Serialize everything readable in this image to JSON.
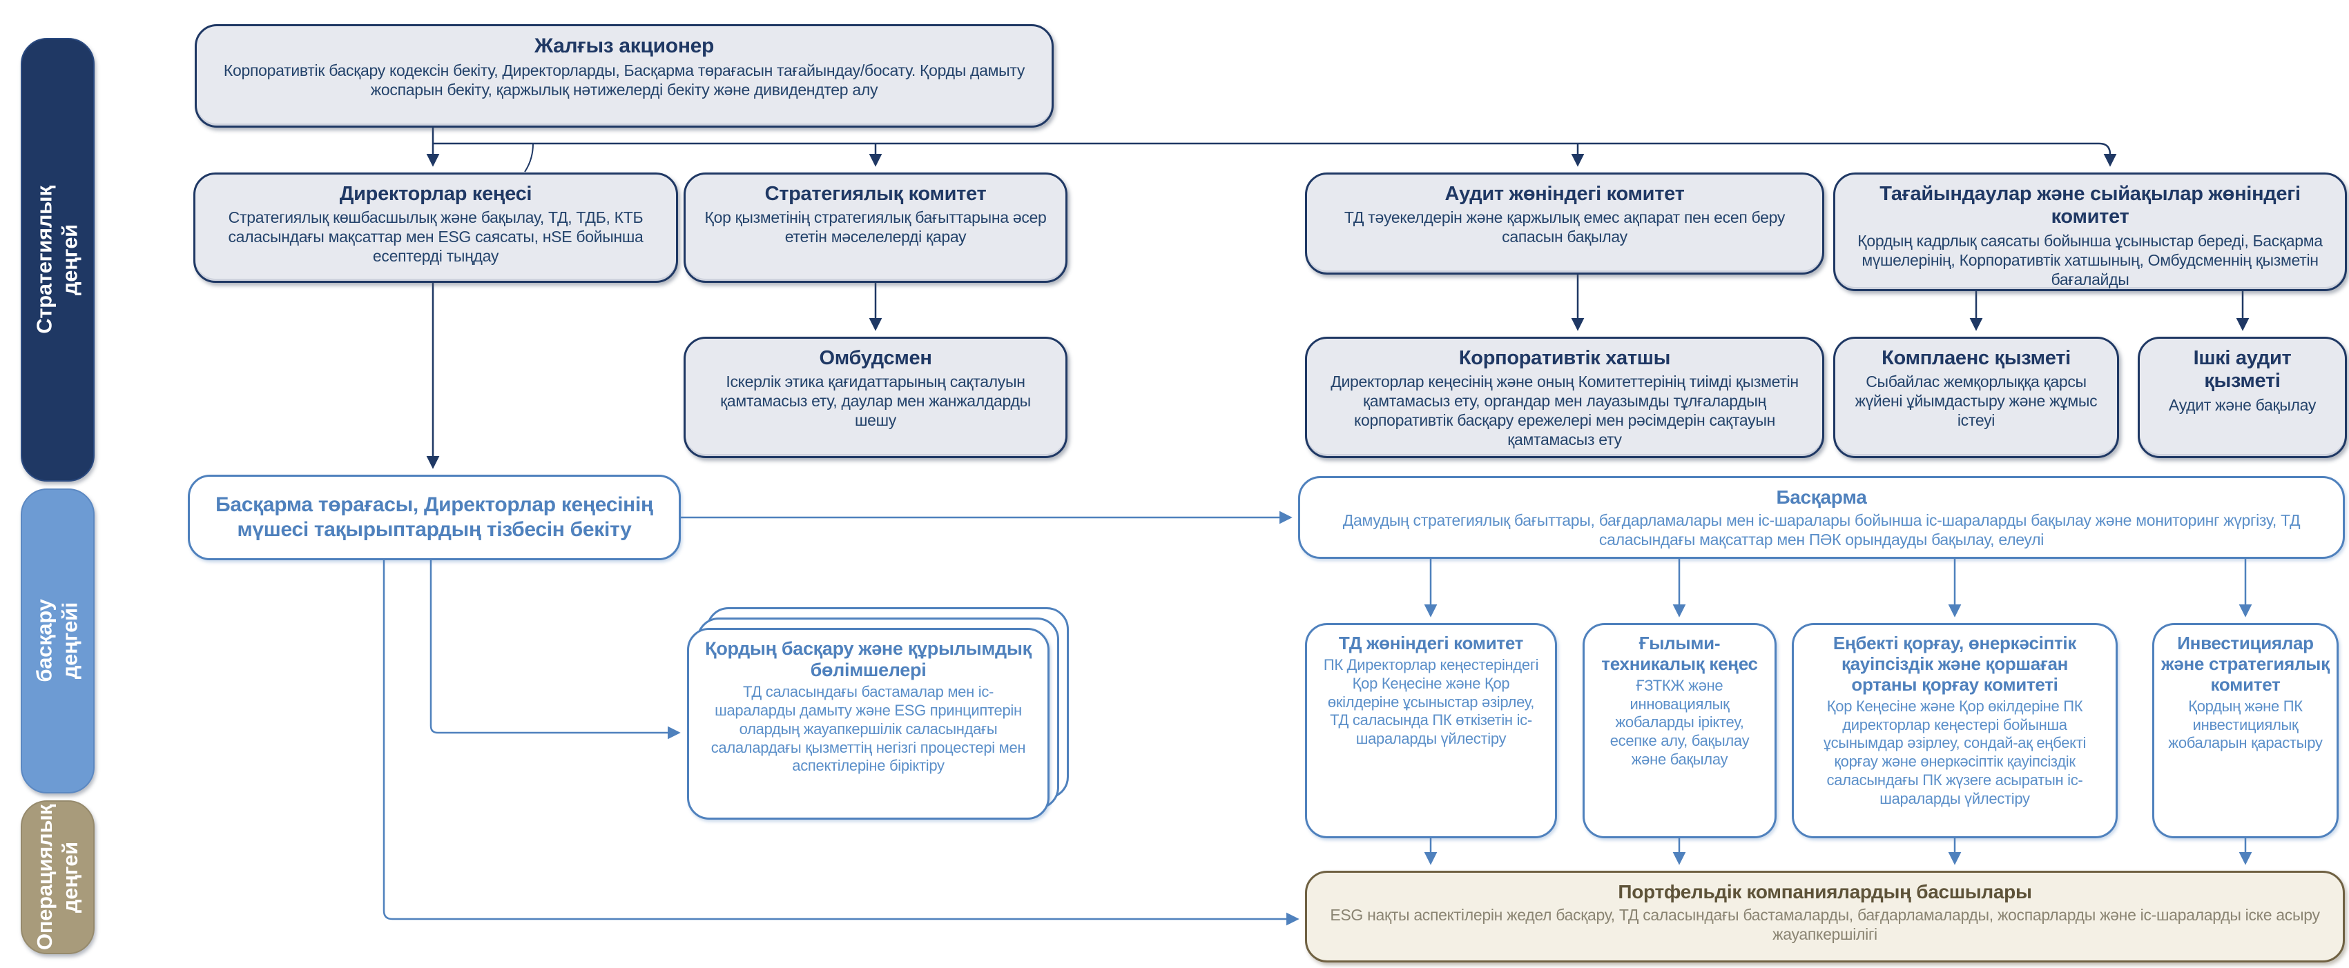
{
  "palette": {
    "strategic_navy": "#1F3864",
    "management_blue": "#4F81BD",
    "sidebar_blue": "#6D9BD3",
    "sidebar_tan": "#A89B7B",
    "node_gray_fill": "#E7E9EF",
    "operational_cream_fill": "#F4F0E5",
    "operational_brown": "#6F6142"
  },
  "sidebar": {
    "levels": [
      {
        "id": "strategic",
        "line1": "Стратегиялық",
        "line2": "деңгей"
      },
      {
        "id": "management",
        "line1": "басқару",
        "line2": "деңгейі"
      },
      {
        "id": "operational",
        "line1": "Операциялық",
        "line2": "деңгей"
      }
    ]
  },
  "nodes": {
    "sole_shareholder": {
      "title": "Жалғыз акционер",
      "body": "Корпоративтік басқару кодексін бекіту, Директорларды, Басқарма төрағасын тағайындау/босату. Қорды дамыту жоспарын бекіту, қаржылық нәтижелерді бекіту және дивидендтер алу"
    },
    "board_of_directors": {
      "title": "Директорлар кеңесі",
      "body": "Стратегиялық көшбасшылық және бақылау, ТД, ТДБ, КТБ саласындағы мақсаттар мен ESG саясаты, нSE бойынша есептерді тыңдау"
    },
    "strategy_committee": {
      "title": "Стратегиялық комитет",
      "body": "Қор қызметінің стратегиялық бағыттарына әсер ететін мәселелерді қарау"
    },
    "audit_committee": {
      "title": "Аудит жөніндегі комитет",
      "body": "ТД тәуекелдерін және қаржылық емес ақпарат пен есеп беру сапасын бақылау"
    },
    "nominations_committee": {
      "title": "Тағайындаулар және сыйақылар жөніндегі комитет",
      "body": "Қордың кадрлық саясаты бойынша ұсыныстар береді, Басқарма мүшелерінің, Корпоративтік хатшының, Омбудсменнің қызметін бағалайды"
    },
    "ombudsman": {
      "title": "Омбудсмен",
      "body": "Іскерлік этика қағидаттарының сақталуын қамтамасыз ету, даулар мен жанжалдарды шешу"
    },
    "corporate_secretary": {
      "title": "Корпоративтік хатшы",
      "body": "Директорлар кеңесінің және оның Комитеттерінің тиімді қызметін қамтамасыз ету, органдар мен лауазымды тұлғалардың корпоративтік басқару ережелері мен рәсімдерін сақтауын қамтамасыз ету"
    },
    "compliance_service": {
      "title": "Комплаенс қызметі",
      "body": "Сыбайлас жемқорлыққа қарсы жүйені ұйымдастыру және жұмыс істеуі"
    },
    "internal_audit_service": {
      "title": "Ішкі аудит қызметі",
      "body": "Аудит және бақылау"
    },
    "ceo": {
      "title": "Басқарма төрағасы, Директорлар кеңесінің мүшесі тақырыптардың тізбесін бекіту"
    },
    "management_board": {
      "title": "Басқарма",
      "body": "Дамудың стратегиялық бағыттары, бағдарламалары мен іс-шаралары бойынша іс-шараларды бақылау және мониторинг жүргізу, ТД саласындағы мақсаттар мен ПӘК орындауды бақылау, елеулі"
    },
    "fund_divisions": {
      "title": "Қордың басқару және құрылымдық бөлімшелері",
      "body": "ТД саласындағы бастамалар мен іс-шараларды дамыту және ESG принциптерін олардың жауапкершілік саласындағы салалардағы қызметтің негізгі процестері мен аспектілеріне біріктіру"
    },
    "td_committee": {
      "title": "ТД жөніндегі комитет",
      "body": "ПК Директорлар кеңестеріндегі Қор Кеңесіне және Қор өкілдеріне ұсыныстар әзірлеу, ТД саласында ПК өткізетін іс-шараларды үйлестіру"
    },
    "sci_tech_council": {
      "title": "Ғылыми-техникалық кеңес",
      "body": "ҒЗТКЖ және инновациялық жобаларды іріктеу, есепке алу, бақылау және бақылау"
    },
    "hse_committee": {
      "title": "Еңбекті қорғау, өнеркәсіптік қауіпсіздік және қоршаған ортаны қорғау комитеті",
      "body": "Қор Кеңесіне және Қор өкілдеріне ПК директорлар кеңестері бойынша ұсынымдар әзірлеу, сондай-ақ еңбекті қорғау және өнеркәсіптік қауіпсіздік саласындағы ПК жүзеге асыратын іс-шараларды үйлестіру"
    },
    "investment_committee": {
      "title": "Инвестициялар және стратегиялық комитет",
      "body": "Қордың және ПК инвестициялық жобаларын қарастыру"
    },
    "portfolio_company_heads": {
      "title": "Портфельдік компаниялардың басшылары",
      "body": "ESG нақты аспектілерін жедел басқару, ТД саласындағы бастамаларды, бағдарламаларды, жоспарларды және іс-шараларды іске асыру жауапкершілігі"
    }
  }
}
